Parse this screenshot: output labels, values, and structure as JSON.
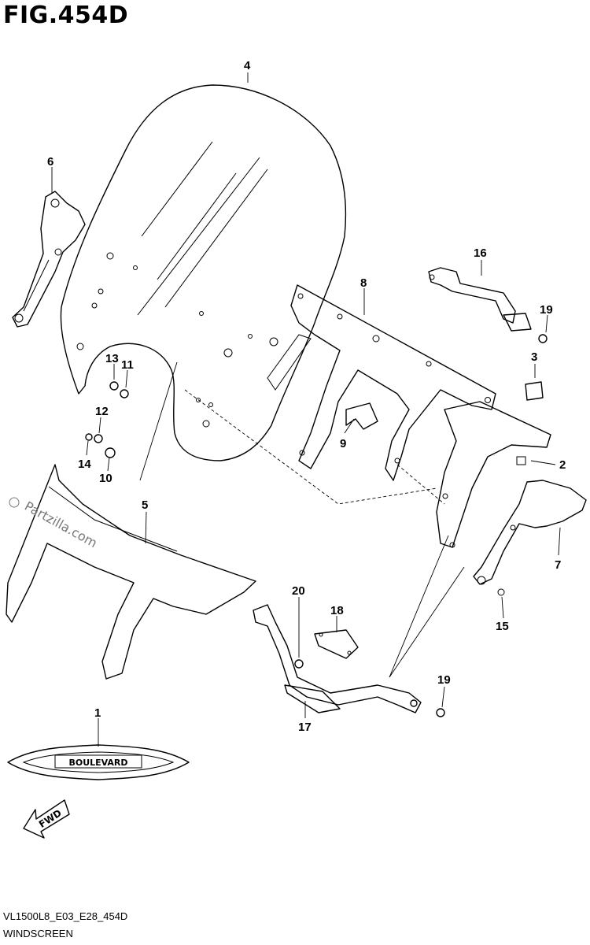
{
  "figure": {
    "title": "FIG.454D",
    "model_code": "VL1500L8_E03_E28_454D",
    "caption": "WINDSCREEN",
    "watermark": "Partzilla.com",
    "emblem_text": "BOULEVARD",
    "fwd_text": "FWD"
  },
  "callouts": [
    "4",
    "6",
    "16",
    "8",
    "19",
    "3",
    "13",
    "11",
    "12",
    "9",
    "14",
    "10",
    "2",
    "5",
    "7",
    "20",
    "18",
    "15",
    "19",
    "17",
    "1"
  ]
}
